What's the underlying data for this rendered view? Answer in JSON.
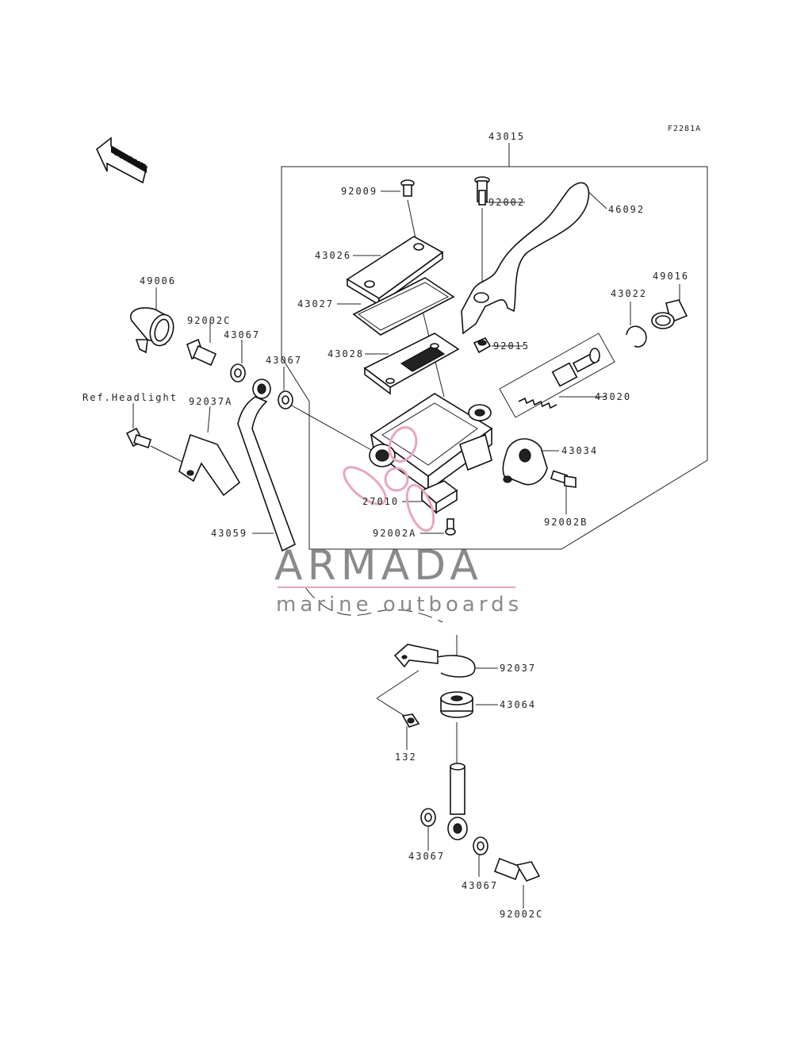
{
  "figure_code": "F2281A",
  "front_label": "FRONT",
  "reference_label": "Ref.Headlight",
  "watermark": {
    "brand": "ARMADA",
    "tagline": "marine outboards",
    "accent_color": "#e8a6c0",
    "text_color": "#8a8a8a"
  },
  "parts": {
    "assembly": "43015",
    "cap_screw": "92009",
    "pivot_bolt": "92002",
    "lever": "46092",
    "cap": "43026",
    "diaphragm_plate": "43027",
    "diaphragm": "43028",
    "boot": "49016",
    "circlip": "43022",
    "piston_kit": "43020",
    "nut": "92015",
    "clamp": "43034",
    "clamp_bolt": "92002B",
    "switch": "27010",
    "switch_screw": "92002A",
    "banjo_cover": "49006",
    "banjo_bolt_upper": "92002C",
    "washer_a": "43067",
    "washer_b": "43067",
    "hose_clamp": "92037A",
    "hose": "43059",
    "hose_guide": "92037",
    "grommet": "43064",
    "bolt_132": "132",
    "washer_c": "43067",
    "washer_d": "43067",
    "banjo_bolt_lower": "92002C"
  }
}
